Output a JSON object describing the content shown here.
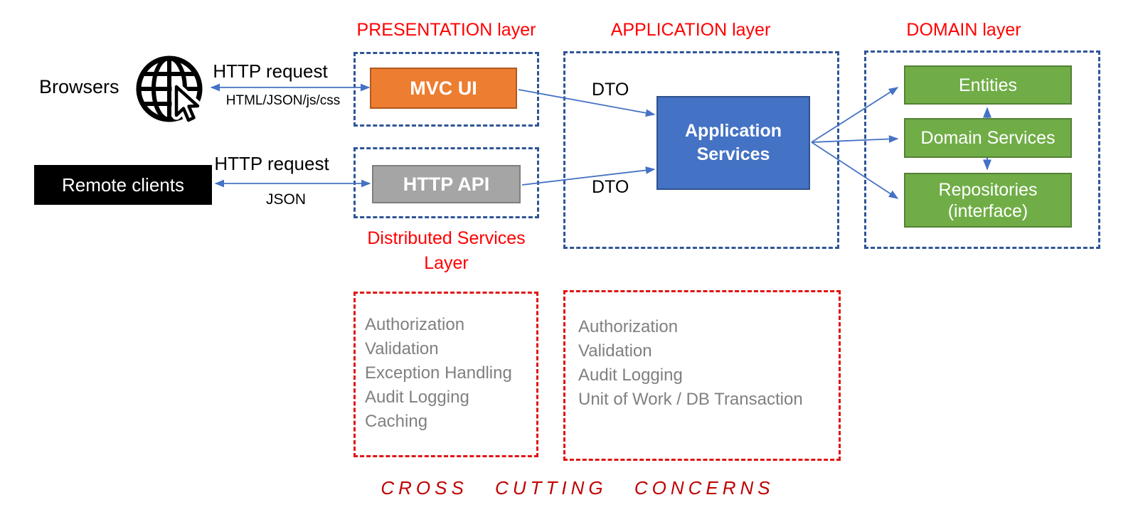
{
  "colors": {
    "layer_label_red": "#FF0000",
    "dashed_red_border": "#E01515",
    "dashed_blue_border": "#2F5597",
    "arrow_blue": "#4472C4",
    "box_orange": "#ED7D31",
    "box_gray": "#A5A5A5",
    "box_blue": "#4472C4",
    "box_green": "#70AD47",
    "concern_text_gray": "#808080",
    "footer_red": "#C00000"
  },
  "layers": {
    "presentation": {
      "label": "PRESENTATION layer"
    },
    "distributed": {
      "label": "Distributed Services",
      "label2": "Layer"
    },
    "application": {
      "label": "APPLICATION layer"
    },
    "domain": {
      "label": "DOMAIN layer"
    }
  },
  "nodes": {
    "browsers": {
      "label": "Browsers"
    },
    "remote_clients": {
      "label": "Remote clients"
    },
    "mvc_ui": {
      "label": "MVC UI"
    },
    "http_api": {
      "label": "HTTP API"
    },
    "application_services": {
      "label": "Application Services"
    },
    "entities": {
      "label": "Entities"
    },
    "domain_services": {
      "label": "Domain Services"
    },
    "repositories": {
      "label": "Repositories",
      "label2": "(interface)"
    }
  },
  "edges": {
    "browser_http": {
      "top_label": "HTTP request",
      "bottom_label": "HTML/JSON/js/css"
    },
    "client_http": {
      "top_label": "HTTP request",
      "bottom_label": "JSON"
    },
    "mvc_dto": {
      "label": "DTO"
    },
    "api_dto": {
      "label": "DTO"
    }
  },
  "concerns": {
    "distributed": {
      "items": [
        "Authorization",
        "Validation",
        "Exception Handling",
        "Audit Logging",
        "Caching"
      ]
    },
    "application": {
      "items": [
        "Authorization",
        "Validation",
        "Audit Logging",
        "Unit of Work / DB Transaction"
      ]
    },
    "footer": "CROSS CUTTING CONCERNS"
  }
}
